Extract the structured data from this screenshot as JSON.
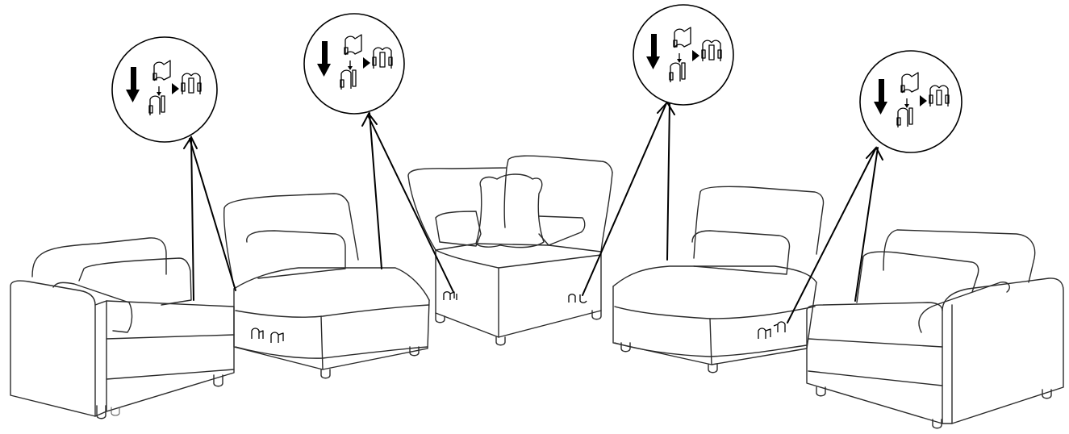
{
  "diagram": {
    "type": "assembly-instruction",
    "modules": [
      {
        "kind": "left-arm-chair"
      },
      {
        "kind": "armless-chair"
      },
      {
        "kind": "corner-chair"
      },
      {
        "kind": "armless-chair"
      },
      {
        "kind": "right-arm-chair"
      }
    ],
    "callouts": [
      {
        "module": 1,
        "icon": "connector-bracket-icon",
        "instruction": "down-arrow-icon"
      },
      {
        "module": 2,
        "icon": "connector-bracket-icon",
        "instruction": "down-arrow-icon"
      },
      {
        "module": 3,
        "icon": "connector-bracket-icon",
        "instruction": "down-arrow-icon"
      },
      {
        "module": 4,
        "icon": "connector-bracket-icon",
        "instruction": "down-arrow-icon"
      }
    ],
    "colors": {
      "line": "#2a2a2a",
      "arrow": "#000000",
      "background": "#ffffff"
    }
  }
}
